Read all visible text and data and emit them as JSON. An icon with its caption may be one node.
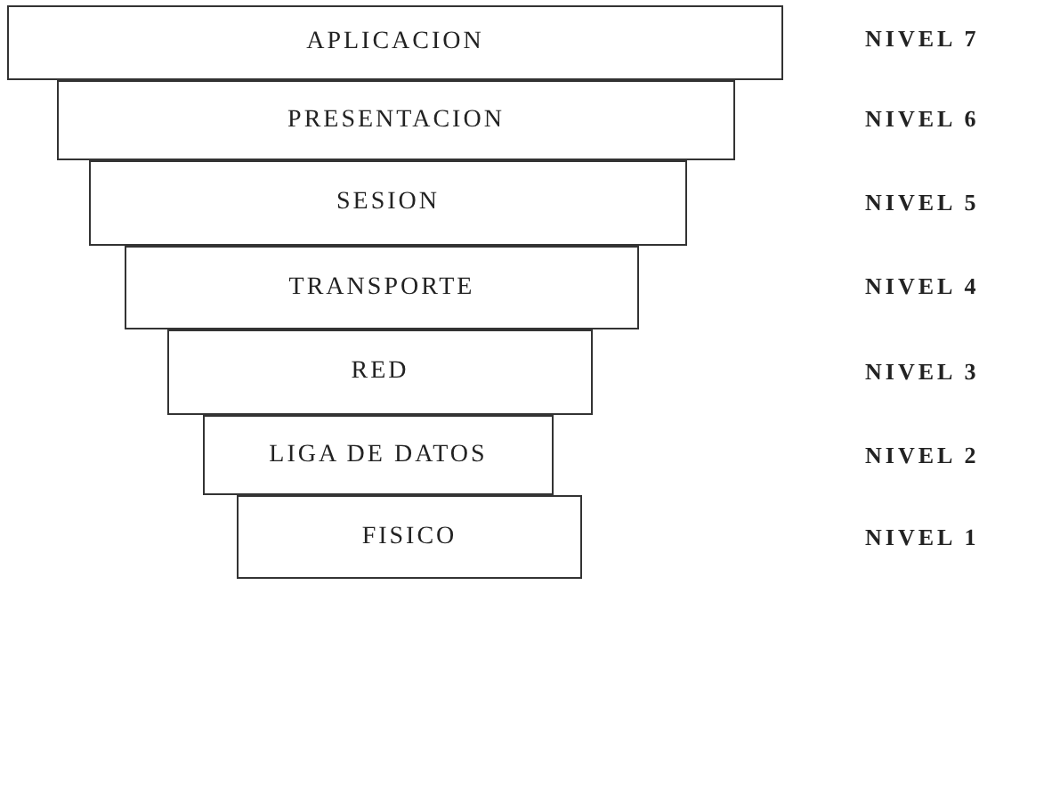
{
  "diagram": {
    "nodes": [
      {
        "text": [
          "APLICACION"
        ]
      },
      {
        "text": [
          "PRESENTACION"
        ]
      },
      {
        "text": [
          "SESION"
        ]
      },
      {
        "text": [
          "TRANSPORTE"
        ]
      },
      {
        "text": [
          "RED"
        ]
      },
      {
        "text": [
          "LIGA DE DATOS"
        ]
      },
      {
        "text": [
          "FISICO"
        ]
      }
    ],
    "labels": [
      "NIVEL 7",
      "NIVEL 6",
      "NIVEL 5",
      "NIVEL 4",
      "NIVEL 3",
      "NIVEL 2",
      "NIVEL 1"
    ]
  }
}
